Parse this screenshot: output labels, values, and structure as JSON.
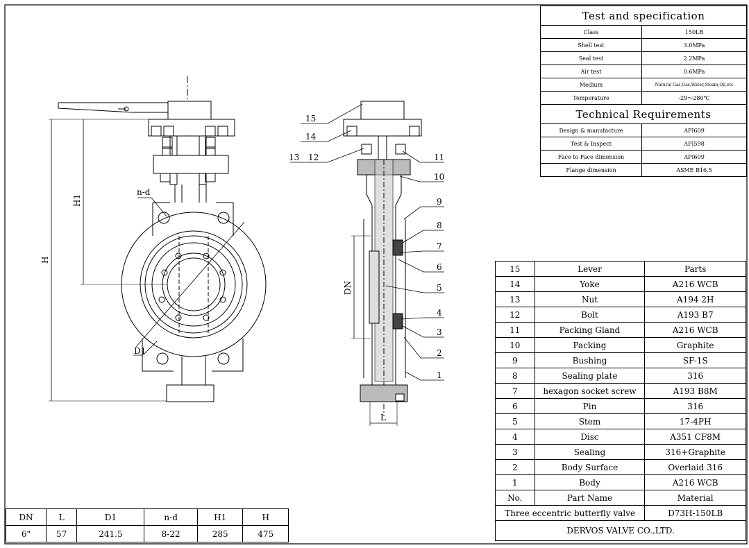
{
  "spec": {
    "title": "Test and specification",
    "rows": [
      {
        "label": "Class",
        "value": "150LB"
      },
      {
        "label": "Shell test",
        "value": "3.0MPa"
      },
      {
        "label": "Seal test",
        "value": "2.2MPa"
      },
      {
        "label": "Air test",
        "value": "0.6MPa"
      },
      {
        "label": "Medium",
        "value": "Natural Gas,Gas,Water,Steam,Oil,etc"
      },
      {
        "label": "Temperature",
        "value": "-29～280℃"
      }
    ],
    "req_title": "Technical Requirements",
    "req_rows": [
      {
        "label": "Design & manufacture",
        "value": "API609"
      },
      {
        "label": "Test & Inspect",
        "value": "API598"
      },
      {
        "label": "Face to Face dimension",
        "value": "API609"
      },
      {
        "label": "Flange dimension",
        "value": "ASME B16.5"
      }
    ]
  },
  "parts": {
    "rows": [
      {
        "no": "15",
        "name": "Lever",
        "material": "Parts"
      },
      {
        "no": "14",
        "name": "Yoke",
        "material": "A216 WCB"
      },
      {
        "no": "13",
        "name": "Nut",
        "material": "A194 2H"
      },
      {
        "no": "12",
        "name": "Bolt",
        "material": "A193 B7"
      },
      {
        "no": "11",
        "name": "Packing Gland",
        "material": "A216 WCB"
      },
      {
        "no": "10",
        "name": "Packing",
        "material": "Graphite"
      },
      {
        "no": "9",
        "name": "Bushing",
        "material": "SF-1S"
      },
      {
        "no": "8",
        "name": "Sealing plate",
        "material": "316"
      },
      {
        "no": "7",
        "name": "hexagon socket screw",
        "material": "A193 B8M"
      },
      {
        "no": "6",
        "name": "Pin",
        "material": "316"
      },
      {
        "no": "5",
        "name": "Stem",
        "material": "17-4PH"
      },
      {
        "no": "4",
        "name": "Disc",
        "material": "A351 CF8M"
      },
      {
        "no": "3",
        "name": "Sealing",
        "material": "316+Graphite"
      },
      {
        "no": "2",
        "name": "Body Surface",
        "material": "Overlaid 316"
      },
      {
        "no": "1",
        "name": "Body",
        "material": "A216 WCB"
      }
    ],
    "header": {
      "no": "No.",
      "name": "Part Name",
      "material": "Material"
    },
    "product_name": "Three eccentric butterfly valve",
    "model": "D73H-150LB",
    "company": "DERVOS VALVE CO.,LTD."
  },
  "dims": {
    "headers": [
      "DN",
      "L",
      "D1",
      "n-d",
      "H1",
      "H"
    ],
    "values": [
      "6\"",
      "57",
      "241.5",
      "8-22",
      "285",
      "475"
    ]
  },
  "drawing": {
    "labels": {
      "nd": "n-d",
      "d1": "D1",
      "h1": "H1",
      "h": "H",
      "dn": "DN",
      "l": "L"
    },
    "callouts": [
      "15",
      "14",
      "13",
      "12",
      "11",
      "10",
      "9",
      "8",
      "7",
      "6",
      "5",
      "4",
      "3",
      "2",
      "1"
    ]
  }
}
